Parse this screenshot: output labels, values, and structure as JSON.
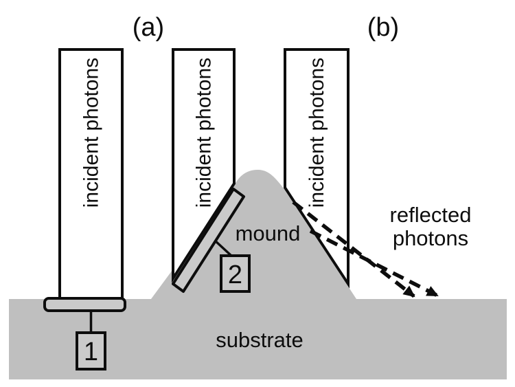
{
  "figure": {
    "panel_a": "(a)",
    "panel_b": "(b)",
    "incident_photons": "incident photons",
    "mound": "mound",
    "substrate": "substrate",
    "reflected_line1": "reflected",
    "reflected_line2": "photons",
    "detector_1": "1",
    "detector_2": "2"
  },
  "colors": {
    "substrate_gray": "#bfbfbf",
    "detector_gray": "#cacaca",
    "beam_white": "#ffffff",
    "line_black": "#0d0d0d"
  }
}
